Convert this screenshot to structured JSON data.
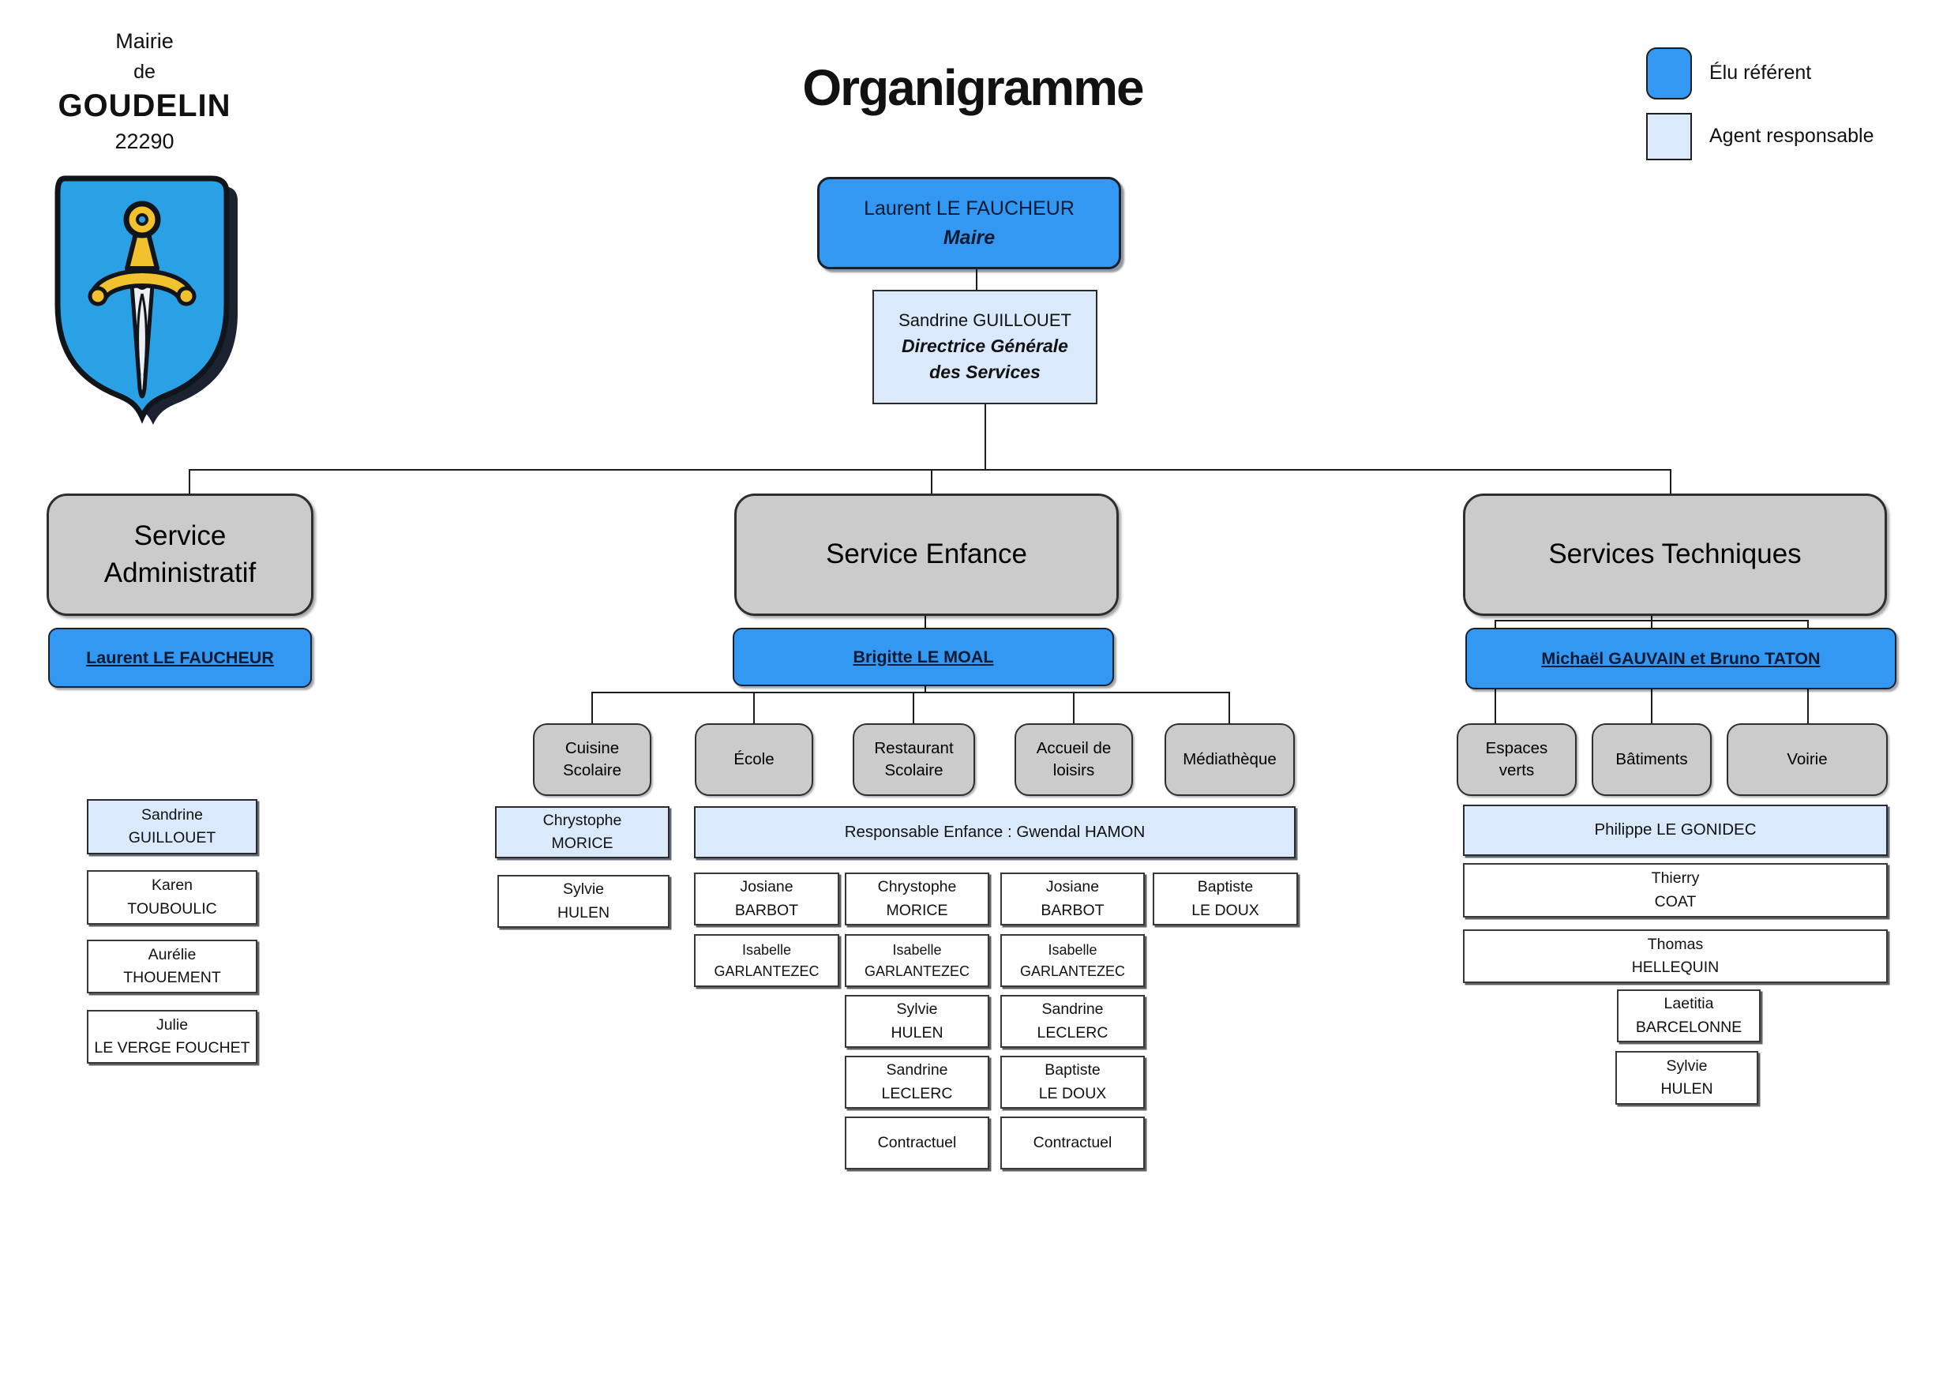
{
  "title": "Organigramme",
  "mairie": {
    "l1": "Mairie",
    "l2": "de",
    "l3": "GOUDELIN",
    "l4": "22290"
  },
  "legend": {
    "elu": "Élu référent",
    "agent": "Agent responsable"
  },
  "colors": {
    "elu-blue": "#3398F2",
    "agent-blue": "#DAE9FB",
    "box-gray": "#CBCBCB",
    "line-dark": "#1c1c1c",
    "navy-text": "#0b1a33",
    "shield-blue": "#2AA0E5",
    "gold": "#F2C12E",
    "blade": "#EDF0F3"
  },
  "maire": {
    "name": "Laurent LE FAUCHEUR",
    "role": "Maire"
  },
  "dgs": {
    "name": "Sandrine GUILLOUET",
    "role1": "Directrice Générale",
    "role2": "des Services"
  },
  "admin": {
    "t1": "Service",
    "t2": "Administratif",
    "elu": "Laurent LE FAUCHEUR",
    "staff": [
      {
        "l1": "Sandrine",
        "l2": "GUILLOUET"
      },
      {
        "l1": "Karen",
        "l2": "TOUBOULIC"
      },
      {
        "l1": "Aurélie",
        "l2": "THOUEMENT"
      },
      {
        "l1": "Julie",
        "l2": "LE VERGE FOUCHET"
      }
    ]
  },
  "enfance": {
    "t": "Service Enfance",
    "elu": "Brigitte LE MOAL",
    "units": [
      {
        "l1": "Cuisine",
        "l2": "Scolaire"
      },
      {
        "l1": "École",
        "l2": ""
      },
      {
        "l1": "Restaurant",
        "l2": "Scolaire"
      },
      {
        "l1": "Accueil de",
        "l2": "loisirs"
      },
      {
        "l1": "Médiathèque",
        "l2": ""
      }
    ],
    "cuisine_agent": {
      "l1": "Chrystophe",
      "l2": "MORICE"
    },
    "cuisine_staff": {
      "l1": "Sylvie",
      "l2": "HULEN"
    },
    "responsable": "Responsable Enfance : Gwendal HAMON",
    "col_ecole": [
      {
        "l1": "Josiane",
        "l2": "BARBOT"
      },
      {
        "l1": "Isabelle",
        "l2": "GARLANTEZEC"
      }
    ],
    "col_restaurant": [
      {
        "l1": "Chrystophe",
        "l2": "MORICE"
      },
      {
        "l1": "Isabelle",
        "l2": "GARLANTEZEC"
      },
      {
        "l1": "Sylvie",
        "l2": "HULEN"
      },
      {
        "l1": "Sandrine",
        "l2": "LECLERC"
      },
      {
        "l1": "Contractuel",
        "l2": ""
      }
    ],
    "col_accueil": [
      {
        "l1": "Josiane",
        "l2": "BARBOT"
      },
      {
        "l1": "Isabelle",
        "l2": "GARLANTEZEC"
      },
      {
        "l1": "Sandrine",
        "l2": "LECLERC"
      },
      {
        "l1": "Baptiste",
        "l2": "LE DOUX"
      },
      {
        "l1": "Contractuel",
        "l2": ""
      }
    ],
    "col_mediatheque": [
      {
        "l1": "Baptiste",
        "l2": "LE DOUX"
      }
    ]
  },
  "tech": {
    "t": "Services Techniques",
    "elu": "Michaël GAUVAIN et Bruno TATON",
    "units": [
      {
        "l1": "Espaces",
        "l2": "verts"
      },
      {
        "l1": "Bâtiments",
        "l2": ""
      },
      {
        "l1": "Voirie",
        "l2": ""
      }
    ],
    "responsable": "Philippe LE GONIDEC",
    "staff": [
      {
        "l1": "Thierry",
        "l2": "COAT"
      },
      {
        "l1": "Thomas",
        "l2": "HELLEQUIN"
      },
      {
        "l1": "Laetitia",
        "l2": "BARCELONNE"
      },
      {
        "l1": "Sylvie",
        "l2": "HULEN"
      }
    ]
  }
}
